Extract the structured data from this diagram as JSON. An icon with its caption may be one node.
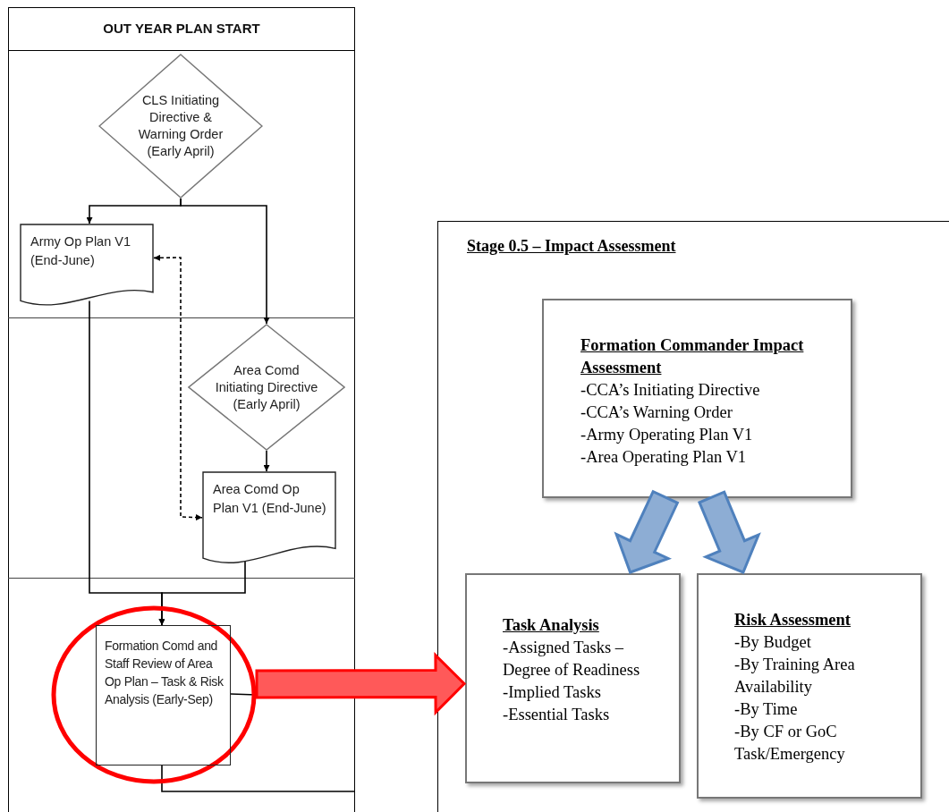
{
  "diagram": {
    "nodes": [
      {
        "text": [
          "OUT YEAR PLAN START"
        ]
      },
      {
        "text": [
          "CLS Initiating Directive & Warning Order (Early April)"
        ]
      },
      {
        "text": [
          "Army Op Plan V1 (End-June)"
        ]
      },
      {
        "text": [
          "Area Comd Initiating Directive (Early April)"
        ]
      },
      {
        "text": [
          "Area Comd Op Plan V1 (End-June)"
        ]
      },
      {
        "text": [],
        "shape": "circle"
      },
      {
        "text": [
          "Formation Comd and Staff Review of Area Op Plan – Task & Risk Analysis (Early-Sep)"
        ],
        "in": 5
      },
      {
        "text": [
          "Stage 0.5 – Impact Assessment"
        ]
      },
      {
        "text": [
          "Formation Commander Impact Assessment",
          "-CCA’s Initiating Directive",
          "-CCA’s Warning Order",
          "-Army Operating Plan V1",
          "-Area Operating Plan V1"
        ],
        "in": 7
      },
      {
        "text": [
          "Task Analysis",
          "-Assigned Tasks – Degree of Readiness",
          "-Implied Tasks",
          "-Essential Tasks"
        ],
        "in": 7
      },
      {
        "text": [
          "Risk Assessment",
          "-By Budget",
          "-By Training Area Availability",
          "-By Time",
          "-By CF or GoC Task/Emergency"
        ],
        "in": 7
      }
    ],
    "edges": [
      {
        "from": 1,
        "to": 2,
        "arrow": "to"
      },
      {
        "from": 1,
        "to": 3,
        "arrow": "to"
      },
      {
        "from": 2,
        "to": 4,
        "arrow": "both",
        "style": "dashed"
      },
      {
        "from": 3,
        "to": 4,
        "arrow": "to"
      },
      {
        "from": 2,
        "to": 6,
        "arrow": "to"
      },
      {
        "from": 4,
        "to": 6,
        "arrow": "to"
      },
      {
        "from": 6,
        "to": null,
        "arrow": "none"
      },
      {
        "from": 6,
        "to": 5,
        "arrow": "none"
      },
      {
        "from": 5,
        "to": 9,
        "arrow": "to",
        "style": "thick",
        "color": "#ff0000"
      },
      {
        "from": 8,
        "to": 9,
        "arrow": "to",
        "style": "thick",
        "color": "#4f81bd"
      },
      {
        "from": 8,
        "to": 10,
        "arrow": "to",
        "style": "thick",
        "color": "#4f81bd"
      }
    ]
  }
}
